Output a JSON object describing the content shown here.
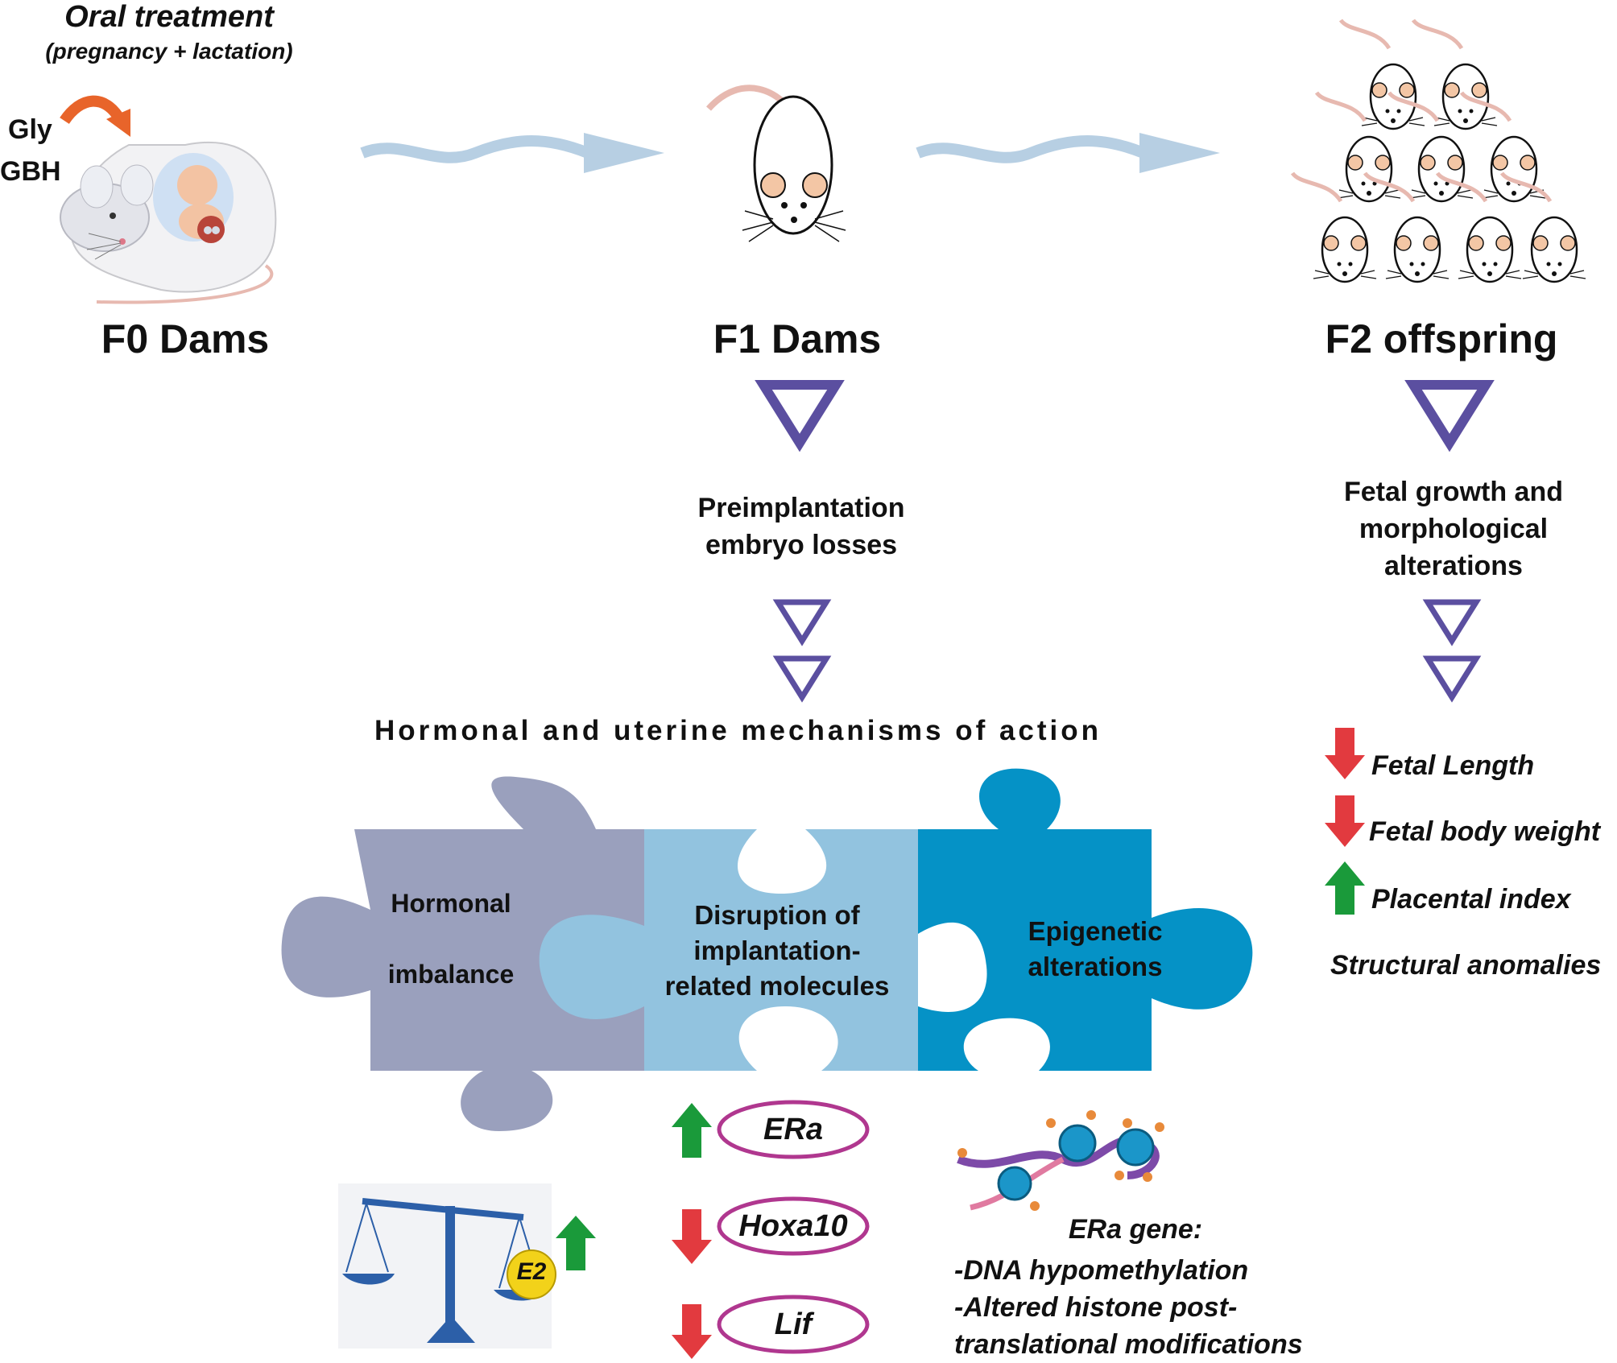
{
  "header": {
    "treatment_title": "Oral treatment",
    "treatment_subtitle": "(pregnancy + lactation)",
    "compound_1": "Gly",
    "compound_2": "GBH"
  },
  "generations": {
    "f0": "F0 Dams",
    "f1": "F1 Dams",
    "f2": "F2 offspring"
  },
  "f1_outcome": {
    "line1": "Preimplantation",
    "line2": "embryo losses"
  },
  "f2_outcome": {
    "line1": "Fetal growth and",
    "line2": "morphological",
    "line3": "alterations"
  },
  "mechanisms_title": "Hormonal and uterine mechanisms of action",
  "puzzle": {
    "piece1_line1": "Hormonal",
    "piece1_line2": "imbalance",
    "piece2_line1": "Disruption of",
    "piece2_line2": "implantation-",
    "piece2_line3": "related molecules",
    "piece3_line1": "Epigenetic",
    "piece3_line2": "alterations"
  },
  "hormone": {
    "label": "E2",
    "direction": "up"
  },
  "genes": [
    {
      "name": "ERa",
      "direction": "up"
    },
    {
      "name": "Hoxa10",
      "direction": "down"
    },
    {
      "name": "Lif",
      "direction": "down"
    }
  ],
  "epigenetic": {
    "gene_title": "ERa gene:",
    "line1": "-DNA hypomethylation",
    "line2": "-Altered histone post-",
    "line3": "translational  modifications"
  },
  "f2_effects": [
    {
      "label": "Fetal Length",
      "direction": "down"
    },
    {
      "label": "Fetal body weight",
      "direction": "down"
    },
    {
      "label": "Placental index",
      "direction": "up"
    },
    {
      "label": "Structural anomalies",
      "direction": "none"
    }
  ],
  "colors": {
    "arrow_up": "#1a9a3a",
    "arrow_down": "#e23a3f",
    "triangle": "#5b4fa0",
    "wave_arrow": "#b7cfe3",
    "treatment_arrow": "#e8642a",
    "piece1": "#9aa0bd",
    "piece2": "#92c3df",
    "piece3": "#0592c6",
    "gene_ellipse": "#b0378f"
  }
}
